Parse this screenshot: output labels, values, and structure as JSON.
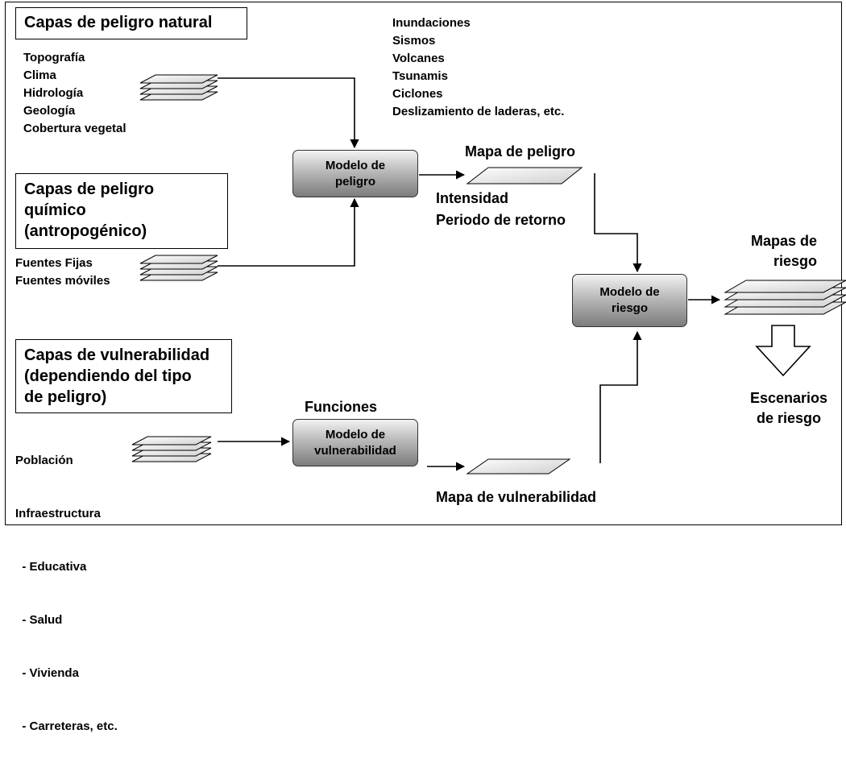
{
  "natural": {
    "title": "Capas de peligro natural",
    "layers": [
      "Topografía",
      "Clima",
      "Hidrología",
      "Geología",
      "Cobertura vegetal"
    ]
  },
  "hazards": [
    "Inundaciones",
    "Sismos",
    "Volcanes",
    "Tsunamis",
    "Ciclones",
    "Deslizamiento de laderas, etc."
  ],
  "chemical": {
    "title_lines": [
      "Capas de peligro",
      "químico",
      "(antropogénico)"
    ],
    "layers": [
      "Fuentes Fijas",
      "Fuentes móviles"
    ]
  },
  "vulnerability": {
    "title_lines": [
      "Capas de vulnerabilidad",
      "(dependiendo del tipo",
      "de peligro)"
    ],
    "layers": [
      "Población",
      "Infraestructura",
      "  - Educativa",
      "  - Salud",
      "  - Vivienda",
      "  - Carreteras, etc."
    ]
  },
  "models": {
    "hazard_model": "Modelo de\npeligro",
    "risk_model": "Modelo de\nriesgo",
    "vulnerability_model": "Modelo de\nvulnerabilidad"
  },
  "labels": {
    "hazard_map": "Mapa de peligro",
    "intensity": "Intensidad",
    "return_period": "Periodo de retorno",
    "functions": "Funciones",
    "vulnerability_map": "Mapa de vulnerabilidad",
    "risk_maps": [
      "Mapas de",
      "riesgo"
    ],
    "risk_scenarios": [
      "Escenarios",
      "de riesgo"
    ]
  }
}
